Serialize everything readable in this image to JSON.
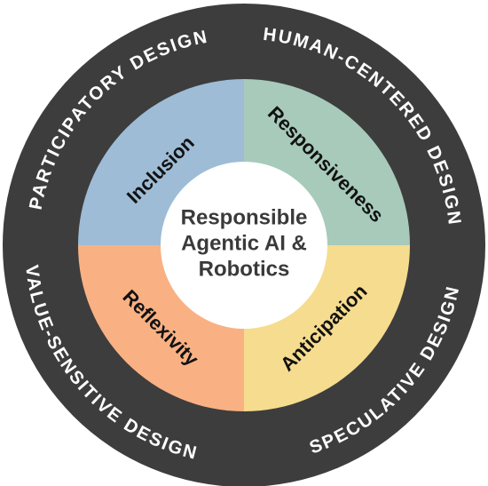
{
  "outer_ring": {
    "color": "#3d3d3d",
    "labels": {
      "top_left": "PARTICIPATORY DESIGN",
      "top_right": "HUMAN-CENTERED DESIGN",
      "bottom_right": "SPECULATIVE DESIGN",
      "bottom_left": "VALUE-SENSITIVE DESIGN"
    }
  },
  "quadrants": {
    "top_left": {
      "label": "Inclusion",
      "color": "#9ebcd6"
    },
    "top_right": {
      "label": "Responsiveness",
      "color": "#a7cabb"
    },
    "bottom_right": {
      "label": "Anticipation",
      "color": "#f6dc8e"
    },
    "bottom_left": {
      "label": "Reflexivity",
      "color": "#f9b183"
    }
  },
  "center": {
    "lines": [
      "Responsible",
      "Agentic AI &",
      "Robotics"
    ],
    "color": "#ffffff"
  }
}
